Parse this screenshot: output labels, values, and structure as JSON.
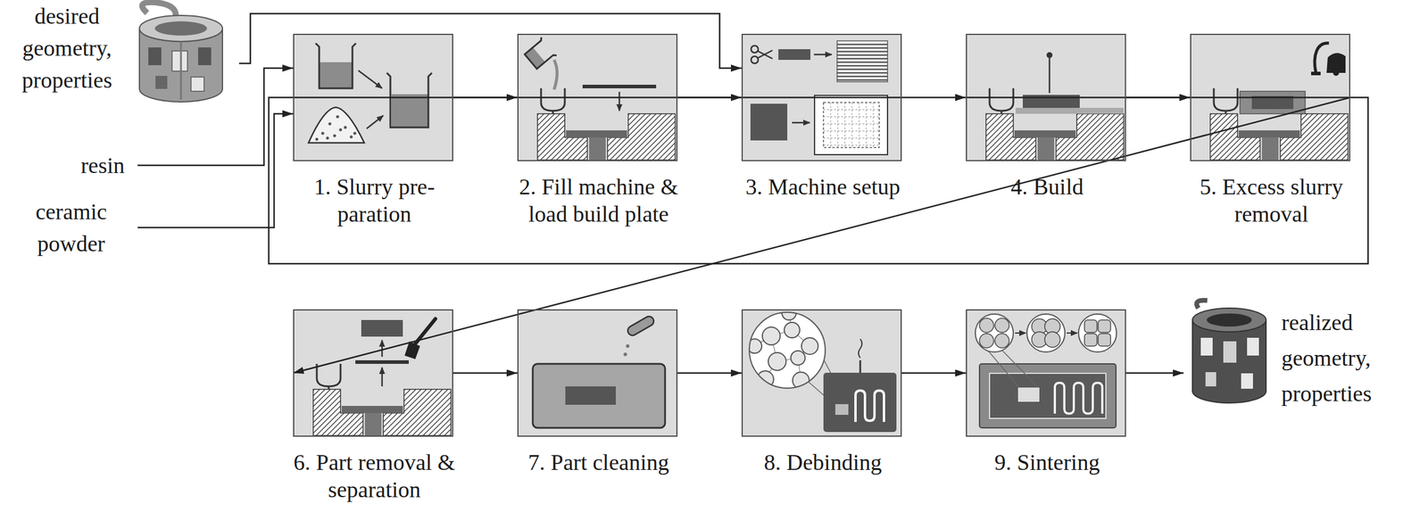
{
  "diagram": {
    "nodes": [
      {
        "text": [
          "desired geometry, properties"
        ]
      },
      {
        "text": [
          "resin"
        ]
      },
      {
        "text": [
          "ceramic powder"
        ]
      },
      {
        "text": [
          "1. Slurry pre- paration"
        ]
      },
      {
        "text": [
          "2. Fill machine & load build plate"
        ]
      },
      {
        "text": [
          "3. Machine setup"
        ]
      },
      {
        "text": [
          "4. Build"
        ]
      },
      {
        "text": [
          "5. Excess slurry removal"
        ]
      },
      {
        "text": [
          "6. Part removal & separation"
        ]
      },
      {
        "text": [
          "7. Part cleaning"
        ]
      },
      {
        "text": [
          "8. Debinding"
        ]
      },
      {
        "text": [
          "9. Sintering"
        ]
      },
      {
        "text": [
          "realized geometry, properties"
        ]
      }
    ],
    "edges": [
      {
        "from": 0,
        "to": 5,
        "arrow": "to"
      },
      {
        "from": 1,
        "to": 3,
        "arrow": "to"
      },
      {
        "from": 2,
        "to": 3,
        "arrow": "to"
      },
      {
        "from": 3,
        "to": 4,
        "arrow": "to"
      },
      {
        "from": 4,
        "to": 5,
        "arrow": "to"
      },
      {
        "from": 5,
        "to": 6,
        "arrow": "to"
      },
      {
        "from": 6,
        "to": 7,
        "arrow": "to"
      },
      {
        "from": 7,
        "to": 8,
        "arrow": "to"
      },
      {
        "from": 8,
        "to": 9,
        "arrow": "to"
      },
      {
        "from": 9,
        "to": 10,
        "arrow": "to"
      },
      {
        "from": 10,
        "to": 11,
        "arrow": "to"
      },
      {
        "from": 11,
        "to": 12,
        "arrow": "to"
      }
    ]
  }
}
